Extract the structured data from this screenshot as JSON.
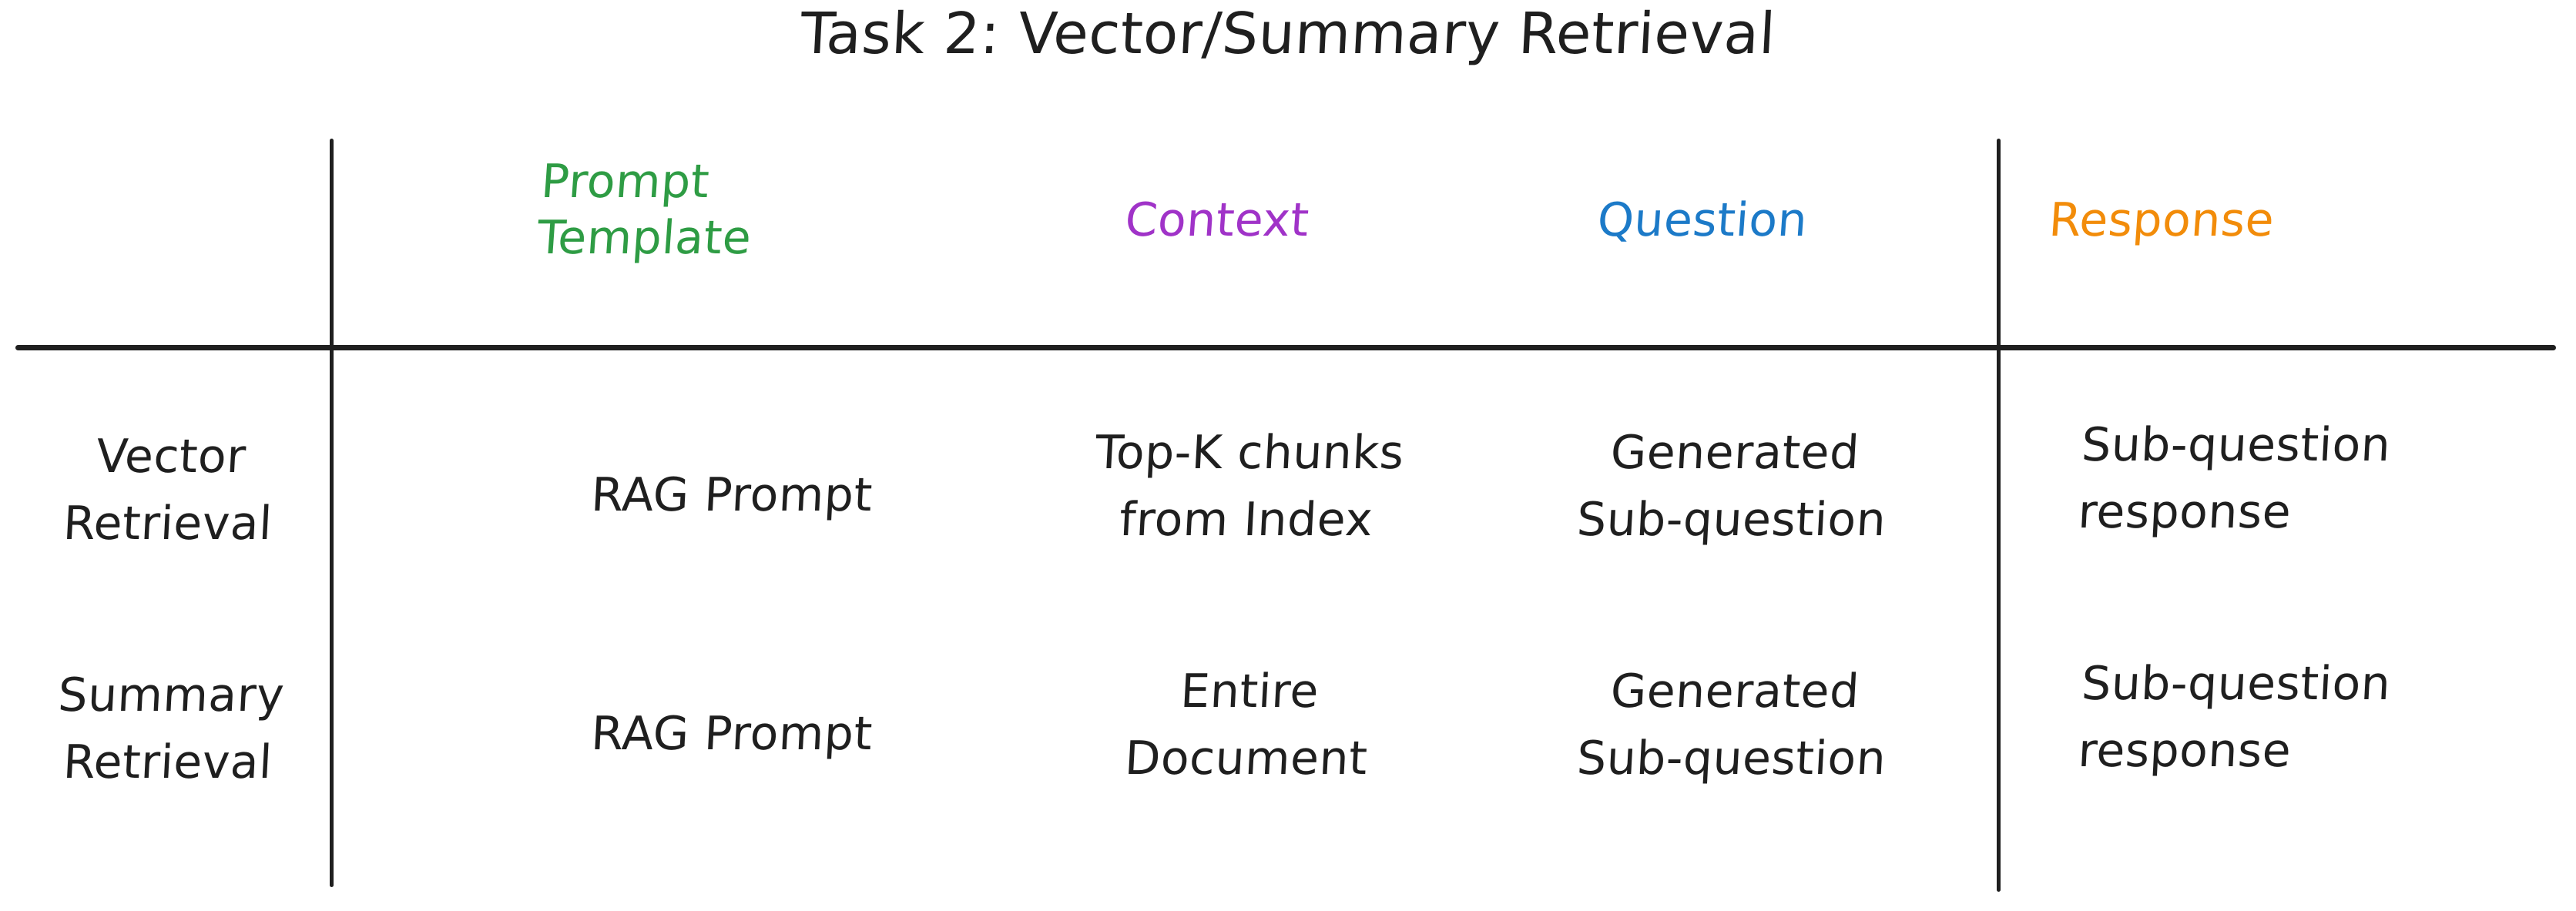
{
  "title": "Task 2: Vector/Summary Retrieval",
  "colors": {
    "ink": "#1f1f1f",
    "prompt_template": "#2E9C44",
    "context": "#A033C8",
    "question": "#1C7AC8",
    "response": "#F28C0A",
    "background": "#FFFFFF"
  },
  "table": {
    "column_headers": [
      {
        "label": "Prompt\nTemplate",
        "color": "#2E9C44"
      },
      {
        "label": "Context",
        "color": "#A033C8"
      },
      {
        "label": "Question",
        "color": "#1C7AC8"
      },
      {
        "label": "Response",
        "color": "#F28C0A"
      }
    ],
    "row_labels": [
      "Vector\nRetrieval",
      "Summary\nRetrieval"
    ],
    "rows": [
      {
        "label": "Vector\nRetrieval",
        "cells": [
          "RAG Prompt",
          "Top-K chunks\nfrom Index",
          "Generated\nSub-question",
          "Sub-question\nresponse"
        ]
      },
      {
        "label": "Summary\nRetrieval",
        "cells": [
          "RAG Prompt",
          "Entire\nDocument",
          "Generated\nSub-question",
          "Sub-question\nresponse"
        ]
      }
    ]
  }
}
